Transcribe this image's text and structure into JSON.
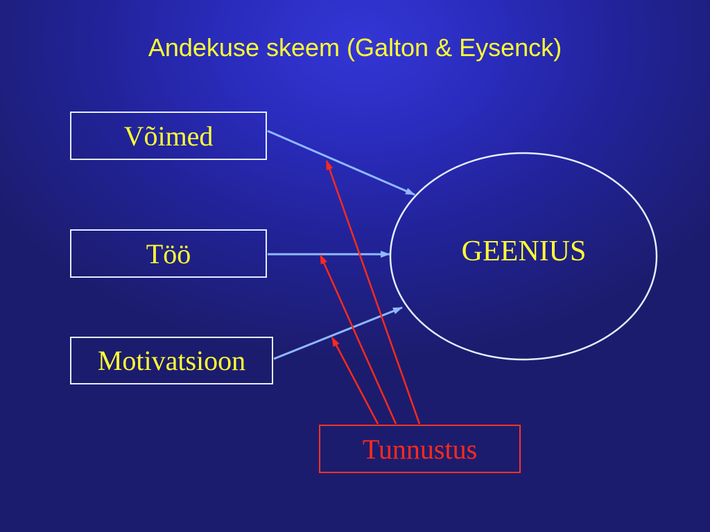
{
  "title": "Andekuse skeem (Galton & Eysenck)",
  "factors": [
    "Võimed",
    "Töö",
    "Motivatsioon"
  ],
  "outcome": "GEENIUS",
  "modifier": "Tunnustus",
  "edges": [
    {
      "from": "Võimed",
      "to": "GEENIUS"
    },
    {
      "from": "Töö",
      "to": "GEENIUS"
    },
    {
      "from": "Motivatsioon",
      "to": "GEENIUS"
    },
    {
      "from": "Tunnustus",
      "to": "Võimed → GEENIUS"
    },
    {
      "from": "Tunnustus",
      "to": "Töö → GEENIUS"
    },
    {
      "from": "Tunnustus",
      "to": "Motivatsioon → GEENIUS"
    }
  ],
  "colors": {
    "background": "#2a2cbe",
    "text": "#ffff33",
    "box_border": "#e4ecff",
    "factor_arrow": "#8fb8ff",
    "modifier": "#ff2a1a"
  }
}
